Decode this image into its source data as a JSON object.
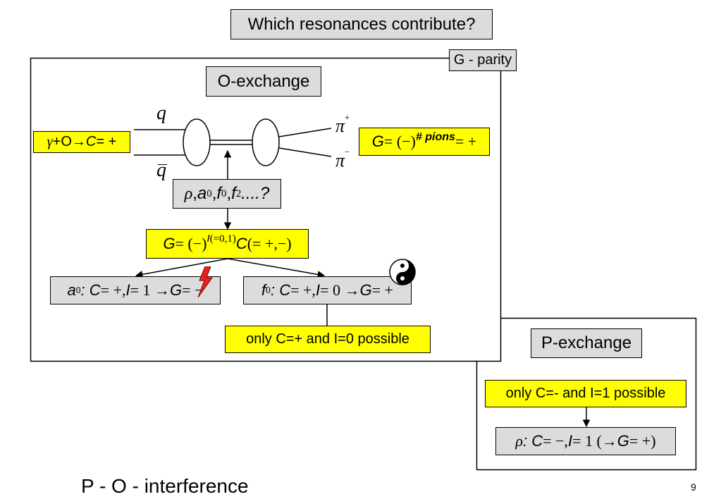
{
  "title": "Which resonances contribute?",
  "g_parity_tag": "G - parity",
  "o_exchange": {
    "heading": "O-exchange",
    "q_top": "q",
    "q_bottom": "q",
    "gamma_eq": {
      "gamma": "γ",
      "plus": " + ",
      "o": "O",
      "arrow": " → ",
      "c": "C",
      "eq": " = +"
    },
    "pi_plus": {
      "pi": "π",
      "sign": "+"
    },
    "pi_minus": {
      "pi": "π",
      "sign": "−"
    },
    "g_pions": {
      "g": "G",
      "eq": " = (−)",
      "exp": "# pions",
      "tail": " = +"
    },
    "resonances": {
      "rho": "ρ",
      "a": "a",
      "a_sub": "0",
      "f": "f",
      "f_sub": "0",
      "f2": "f",
      "f2_sub": "2",
      "tail": "....?"
    },
    "g_formula": {
      "g": "G",
      "eq": " = (−)",
      "exp_i": "I",
      "exp_rest": "(=0,1)",
      "c": "C",
      "tail": "(= +,−)"
    },
    "a0_line": {
      "a": "a",
      "sub": "0",
      "c": " : C",
      "eq1": " = +, ",
      "i": "I",
      "eq2": " = 1 → ",
      "g": "G",
      "eq3": " = −"
    },
    "f0_line": {
      "f": "f",
      "sub": "0",
      "c": " : C",
      "eq1": " = +, ",
      "i": "I",
      "eq2": " = 0 → ",
      "g": "G",
      "eq3": " = +"
    },
    "conclusion": "only C=+ and I=0 possible"
  },
  "p_exchange": {
    "heading": "P-exchange",
    "conclusion": "only C=- and I=1 possible",
    "rho_line": {
      "rho": "ρ",
      "c": " : C",
      "eq1": " = −, ",
      "i": "I",
      "eq2": " = 1  (→ ",
      "g": "G",
      "eq3": " = +)"
    }
  },
  "footer_title": "P - O - interference",
  "page_number": "9",
  "colors": {
    "highlight": "#ffff00",
    "box_gray": "#dcdcdc",
    "lightning": "#e8231f"
  },
  "icons": [
    "lightning-icon",
    "yin-yang-icon"
  ]
}
